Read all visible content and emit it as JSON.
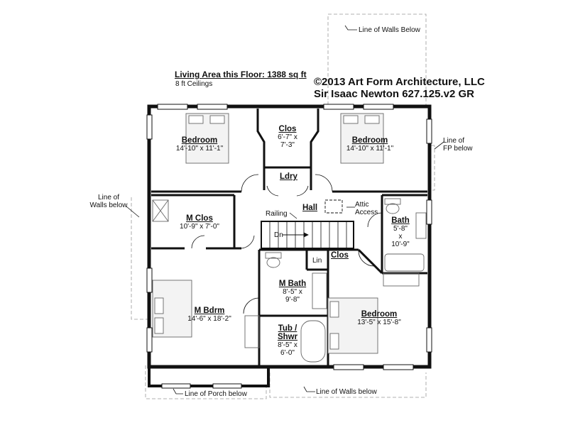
{
  "header": {
    "living_area": "Living Area this Floor: 1388 sq ft",
    "ceilings": "8 ft Ceilings",
    "copyright": "©2013 Art Form Architecture, LLC",
    "plan_name": "Sir Isaac Newton 627.125.v2 GR"
  },
  "rooms": {
    "bedroom_nw": {
      "name": "Bedroom",
      "dims": "14'-10\" x 11'-1\""
    },
    "clos_top": {
      "name": "Clos",
      "dims_1": "6'-7\" x",
      "dims_2": "7'-3\""
    },
    "bedroom_ne": {
      "name": "Bedroom",
      "dims": "14'-10\" x 11'-1\""
    },
    "laundry": {
      "name": "Ldry"
    },
    "hall": {
      "name": "Hall"
    },
    "m_clos": {
      "name": "M Clos",
      "dims": "10'-9\" x 7'-0\""
    },
    "bath": {
      "name": "Bath",
      "dims_1": "5'-8\"",
      "dims_2": "x",
      "dims_3": "10'-9\""
    },
    "clos_small": {
      "name": "Clos"
    },
    "linen": {
      "name": "Lin"
    },
    "m_bath": {
      "name": "M Bath",
      "dims_1": "8'-5\" x",
      "dims_2": "9'-8\""
    },
    "m_bdrm": {
      "name": "M Bdrm",
      "dims": "14'-6\" x 18'-2\""
    },
    "bedroom_se": {
      "name": "Bedroom",
      "dims": "13'-5\" x 15'-8\""
    },
    "tub_shwr": {
      "name_1": "Tub /",
      "name_2": "Shwr",
      "dims_1": "8'-5\" x",
      "dims_2": "6'-0\""
    }
  },
  "labels": {
    "railing": "Railing",
    "stair_dn": "Dn",
    "attic_1": "Attic",
    "attic_2": "Access",
    "walls_below_top": "Line of Walls Below",
    "fp_below_1": "Line of",
    "fp_below_2": "FP below",
    "walls_below_left_1": "Line of",
    "walls_below_left_2": "Walls below",
    "walls_below_bottom": "Line of Walls below",
    "porch_below": "Line of Porch below"
  }
}
